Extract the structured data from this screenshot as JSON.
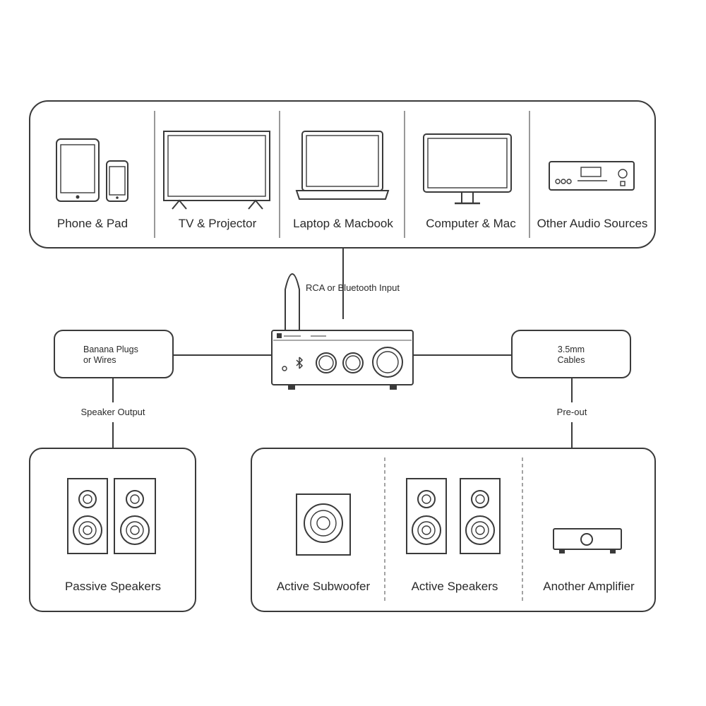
{
  "sources": {
    "items": [
      {
        "label": "Phone & Pad",
        "icon": "phone-and-tablet-icon"
      },
      {
        "label": "TV & Projector",
        "icon": "tv-icon"
      },
      {
        "label": "Laptop & Macbook",
        "icon": "laptop-icon"
      },
      {
        "label": "Computer & Mac",
        "icon": "monitor-icon"
      },
      {
        "label": "Other Audio Sources",
        "icon": "audio-receiver-icon"
      }
    ]
  },
  "connections": {
    "input": "RCA or Bluetooth Input",
    "left_cable_line1": "Banana Plugs",
    "left_cable_line2": "or Wires",
    "left_output": "Speaker Output",
    "right_cable_line1": "3.5mm",
    "right_cable_line2": "Cables",
    "right_output": "Pre-out"
  },
  "outputs": {
    "passive": "Passive Speakers",
    "subwoofer": "Active Subwoofer",
    "active": "Active Speakers",
    "amplifier": "Another Amplifier"
  },
  "colors": {
    "stroke": "#3a3a3a",
    "background": "#ffffff"
  }
}
